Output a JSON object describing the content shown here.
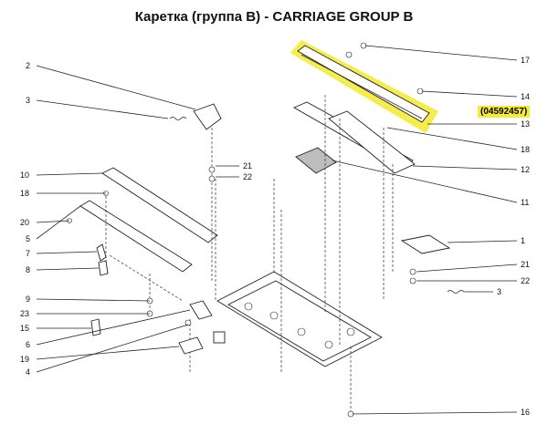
{
  "title": "Каретка (группа В) - CARRIAGE GROUP B",
  "part_code": "(04592457)",
  "highlight_color": "#f4ea3a",
  "callouts": {
    "c1": "1",
    "c2": "2",
    "c3l": "3",
    "c3r": "3",
    "c4": "4",
    "c5": "5",
    "c6": "6",
    "c7": "7",
    "c8": "8",
    "c9": "9",
    "c10": "10",
    "c11": "11",
    "c12": "12",
    "c13": "13",
    "c14": "14",
    "c15": "15",
    "c16": "16",
    "c17": "17",
    "c18l": "18",
    "c18r": "18",
    "c19": "19",
    "c20": "20",
    "c21l": "21",
    "c21r": "21",
    "c22l": "22",
    "c22r": "22",
    "c23": "23"
  }
}
